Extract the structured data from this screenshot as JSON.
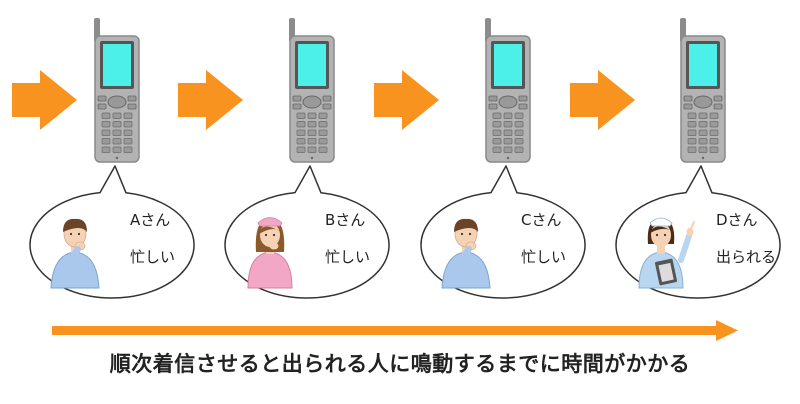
{
  "colors": {
    "arrow": "#f7931e",
    "phone_body": "#b3b3b3",
    "phone_screen": "#4cf0e8",
    "bubble_stroke": "#333333"
  },
  "contacts": [
    {
      "name": "Aさん",
      "status": "忙しい",
      "figure": "man-icon"
    },
    {
      "name": "Bさん",
      "status": "忙しい",
      "figure": "nurse-woman-icon"
    },
    {
      "name": "Cさん",
      "status": "忙しい",
      "figure": "man-icon"
    },
    {
      "name": "Dさん",
      "status": "出られる",
      "figure": "nurse-with-clipboard-icon"
    }
  ],
  "caption": "順次着信させると出られる人に鳴動するまでに時間がかかる"
}
